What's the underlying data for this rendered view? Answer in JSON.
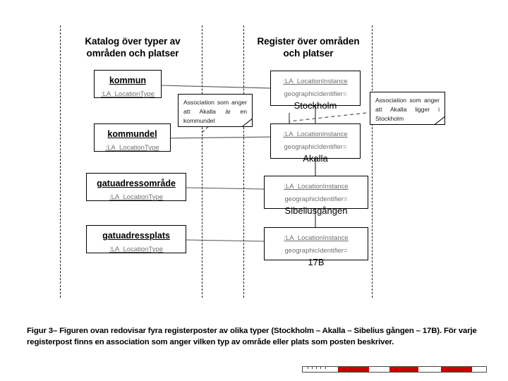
{
  "document": {
    "figure_caption": "Figur 3– Figuren ovan redovisar fyra registerposter av olika typer (Stockholm – Akalla – Sibelius gången – 17B). För varje registerpost finns en association som anger vilken typ av område eller plats som posten beskriver."
  },
  "diagram": {
    "columns": [
      {
        "id": "catalog",
        "title": "Katalog över typer av\növråden och platser",
        "title_line1": "Katalog över typer av",
        "title_line2": "områden och platser"
      },
      {
        "id": "register",
        "title": "Register över områden och platser",
        "title_line1": "Register över områden",
        "title_line2": "och platser"
      }
    ],
    "type_boxes": [
      {
        "name": "kommun",
        "stereotype": ":LA_LocationType"
      },
      {
        "name": "kommundel",
        "stereotype": ":LA_LocationType"
      },
      {
        "name": "gatuadressområde",
        "stereotype": ":LA_LocationType"
      },
      {
        "name": "gatuadressplats",
        "stereotype": ":LA_LocationType"
      }
    ],
    "instance_boxes": [
      {
        "classifier": ":LA_LocationInstance",
        "attribute": "geographicIdentifier=",
        "value": "Stockholm"
      },
      {
        "classifier": ":LA_LocationInstance",
        "attribute": "geographicIdentifier=",
        "value": "Akalla"
      },
      {
        "classifier": ":LA_LocationInstance",
        "attribute": "geographicIdentifier=",
        "value": "Sibeliusgången"
      },
      {
        "classifier": ":LA_LocationInstance",
        "attribute": "geographicIdentifier=",
        "value": "17B"
      }
    ],
    "notes": [
      {
        "id": "note-kommundel",
        "text": "Association som anger att Akalla är en kommundel"
      },
      {
        "id": "note-stockholm",
        "text": "Association som anger att Akalla ligger i Stockholm"
      }
    ],
    "colors": {
      "line": "#000000",
      "stereotype_text": "#6f6f6f",
      "accent_red": "#cc0000"
    }
  }
}
